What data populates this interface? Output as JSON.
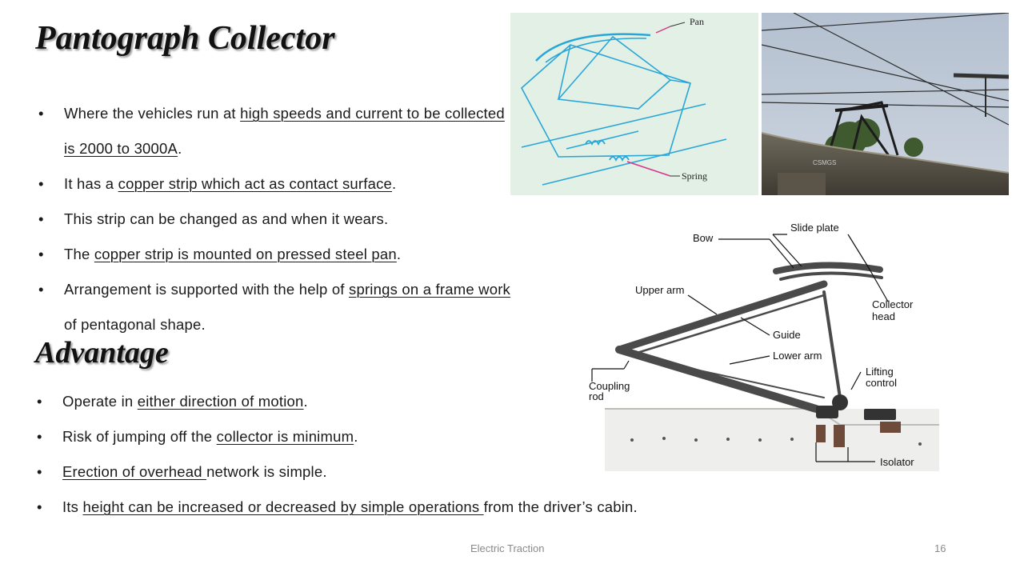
{
  "slide": {
    "title": "Pantograph Collector",
    "bullets_main": [
      {
        "segments": [
          {
            "text": "Where the vehicles run at "
          },
          {
            "text": "high speeds and current to be collected is 2000 to 3000A",
            "u": true
          },
          {
            "text": "."
          }
        ]
      },
      {
        "segments": [
          {
            "text": "It has a "
          },
          {
            "text": "copper strip which act as contact surface",
            "u": true
          },
          {
            "text": "."
          }
        ]
      },
      {
        "segments": [
          {
            "text": "This strip can be changed as and when it wears."
          }
        ]
      },
      {
        "segments": [
          {
            "text": "The "
          },
          {
            "text": "copper strip is mounted on pressed steel pan",
            "u": true
          },
          {
            "text": "."
          }
        ]
      },
      {
        "segments": [
          {
            "text": "Arrangement is supported with the help of "
          },
          {
            "text": "springs on a frame work ",
            "u": true
          },
          {
            "text": "of pentagonal shape."
          }
        ]
      }
    ],
    "subtitle": "Advantage",
    "bullets_advantage": [
      {
        "segments": [
          {
            "text": "Operate in "
          },
          {
            "text": "either direction of motion",
            "u": true
          },
          {
            "text": "."
          }
        ]
      },
      {
        "segments": [
          {
            "text": "Risk of jumping off the "
          },
          {
            "text": "collector is minimum",
            "u": true
          },
          {
            "text": "."
          }
        ]
      },
      {
        "segments": [
          {
            "text": "Erection of overhead ",
            "u": true
          },
          {
            "text": "network is simple."
          }
        ]
      },
      {
        "segments": [
          {
            "text": "Its "
          },
          {
            "text": "height can be increased or decreased by simple operations ",
            "u": true
          },
          {
            "text": "from the driver’s cabin."
          }
        ]
      }
    ]
  },
  "figure_diagram": {
    "label_pan": "Pan",
    "label_spring": "Spring",
    "line_color": "#29a6d8"
  },
  "figure_photo": {
    "watermark": "CSMGS"
  },
  "figure_labeled": {
    "labels": {
      "bow": "Bow",
      "slide_plate": "Slide plate",
      "upper_arm": "Upper arm",
      "collector_head_1": "Collector",
      "collector_head_2": "head",
      "guide": "Guide",
      "lower_arm": "Lower arm",
      "lifting_control_1": "Lifting",
      "lifting_control_2": "control",
      "coupling_rod_1": "Coupling",
      "coupling_rod_2": "rod",
      "isolator": "Isolator"
    }
  },
  "footer": {
    "text": "Electric Traction",
    "page": "16"
  }
}
